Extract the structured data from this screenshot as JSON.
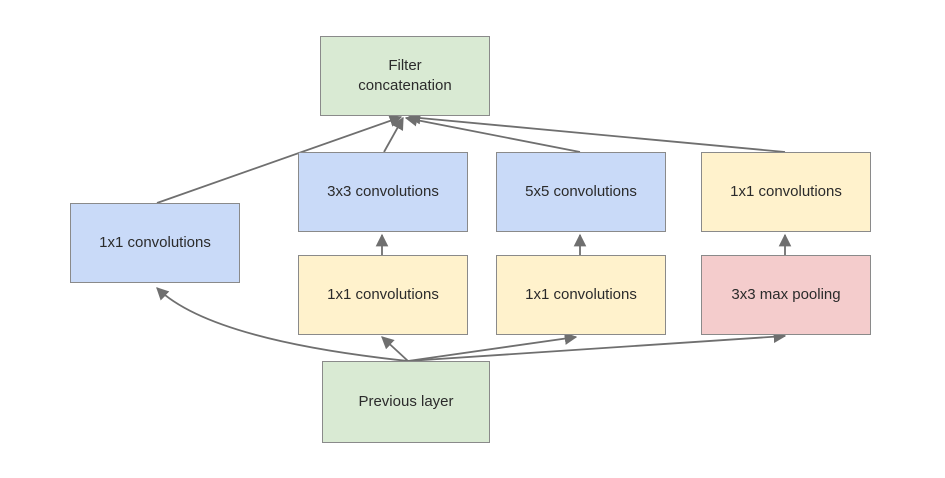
{
  "nodes": {
    "filter_concat": "Filter\nconcatenation",
    "conv_1x1_left": "1x1 convolutions",
    "conv_3x3": "3x3 convolutions",
    "conv_5x5": "5x5 convolutions",
    "conv_1x1_pool": "1x1 convolutions",
    "reduce_3x3": "1x1 convolutions",
    "reduce_5x5": "1x1 convolutions",
    "max_pool": "3x3 max pooling",
    "previous_layer": "Previous layer"
  },
  "colors": {
    "green": "#d9ead3",
    "blue": "#c9daf8",
    "yellow": "#fff2cc",
    "red": "#f4cccc",
    "edge": "#6f6f6f"
  }
}
